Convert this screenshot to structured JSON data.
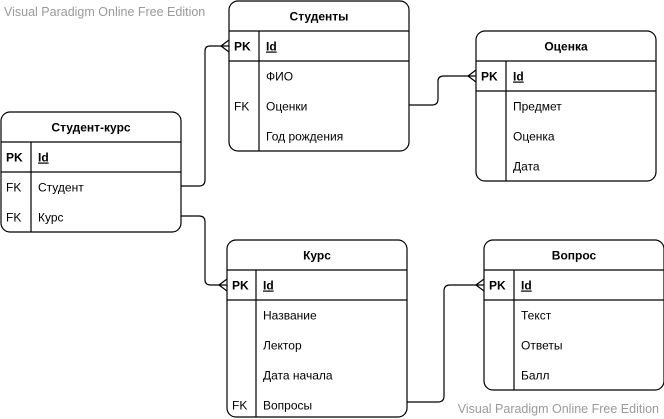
{
  "watermark": {
    "top_left": "Visual Paradigm Online Free Edition",
    "bottom_right": "Visual Paradigm Online Free Edition"
  },
  "tables": {
    "students": {
      "title": "Студенты",
      "rows": [
        {
          "key": "PK",
          "field": "Id",
          "pk": true
        },
        {
          "key": "",
          "field": "ФИО"
        },
        {
          "key": "FK",
          "field": "Оценки"
        },
        {
          "key": "",
          "field": "Год рождения"
        }
      ]
    },
    "grade": {
      "title": "Оценка",
      "rows": [
        {
          "key": "PK",
          "field": "Id",
          "pk": true
        },
        {
          "key": "",
          "field": "Предмет"
        },
        {
          "key": "",
          "field": "Оценка"
        },
        {
          "key": "",
          "field": "Дата"
        }
      ]
    },
    "student_course": {
      "title": "Студент-курс",
      "rows": [
        {
          "key": "PK",
          "field": "Id",
          "pk": true
        },
        {
          "key": "FK",
          "field": "Студент"
        },
        {
          "key": "FK",
          "field": "Курс"
        }
      ]
    },
    "course": {
      "title": "Курс",
      "rows": [
        {
          "key": "PK",
          "field": "Id",
          "pk": true
        },
        {
          "key": "",
          "field": "Название"
        },
        {
          "key": "",
          "field": "Лектор"
        },
        {
          "key": "",
          "field": "Дата начала"
        },
        {
          "key": "FK",
          "field": "Вопросы"
        }
      ]
    },
    "question": {
      "title": "Вопрос",
      "rows": [
        {
          "key": "PK",
          "field": "Id",
          "pk": true
        },
        {
          "key": "",
          "field": "Текст"
        },
        {
          "key": "",
          "field": "Ответы"
        },
        {
          "key": "",
          "field": "Балл"
        }
      ]
    }
  },
  "relations": [
    {
      "from": "student_course",
      "from_field": "Студент",
      "to": "students",
      "notation": "crows-foot"
    },
    {
      "from": "student_course",
      "from_field": "Курс",
      "to": "course",
      "notation": "crows-foot"
    },
    {
      "from": "students",
      "from_field": "Оценки",
      "to": "grade",
      "notation": "crows-foot"
    },
    {
      "from": "course",
      "from_field": "Вопросы",
      "to": "question",
      "notation": "crows-foot"
    }
  ]
}
